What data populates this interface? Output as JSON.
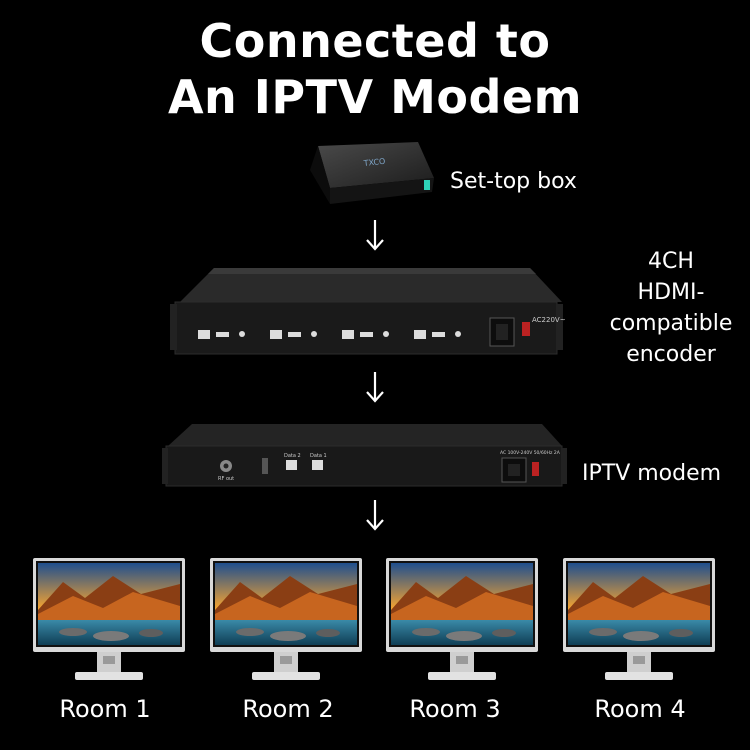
{
  "title": {
    "line1": "Connected to",
    "line2": "An IPTV Modem"
  },
  "devices": {
    "settop": {
      "label": "Set-top box",
      "logo_text": "TXCO"
    },
    "encoder": {
      "label_lines": [
        "4CH",
        "HDMI-",
        "compatible",
        "encoder"
      ],
      "power_text": "AC220V~"
    },
    "modem": {
      "label": "IPTV modem",
      "panel_text": "AC 100V-240V 50/60Hz 2A",
      "port_labels": [
        "Data 2",
        "Data 1"
      ],
      "rf_text": "RF out"
    }
  },
  "rooms": [
    {
      "label": "Room 1"
    },
    {
      "label": "Room 2"
    },
    {
      "label": "Room 3"
    },
    {
      "label": "Room 4"
    }
  ],
  "colors": {
    "background": "#000000",
    "text": "#ffffff",
    "accent": "#2ed3b7"
  }
}
